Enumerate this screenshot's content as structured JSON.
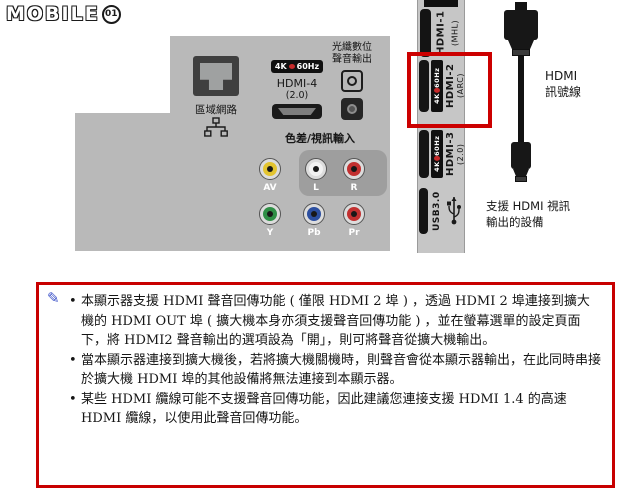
{
  "accent": {
    "highlight_red": "#cc0000",
    "pencil_blue": "#3a50c8"
  },
  "logo": {
    "text": "MOBILE",
    "badge": "01"
  },
  "panel": {
    "lan_label": "區域網路",
    "hdmi4": {
      "badge_left": "4K",
      "badge_right": "60Hz",
      "name": "HDMI-4",
      "version": "(2.0)"
    },
    "optical": {
      "line1": "光纖數位",
      "line2": "聲音輸出"
    },
    "component_title": "色差/視訊輸入",
    "jacks": [
      {
        "label": "AV",
        "color": "#e3c430"
      },
      {
        "label": "L",
        "color": "#f2f2f2"
      },
      {
        "label": "R",
        "color": "#c23030"
      },
      {
        "label": "Y",
        "color": "#2f8f46"
      },
      {
        "label": "Pb",
        "color": "#2c4fa0"
      },
      {
        "label": "Pr",
        "color": "#c23030"
      }
    ]
  },
  "side_panel": {
    "ports": [
      {
        "name": "HDMI-1",
        "sub": "(MHL)"
      },
      {
        "name": "HDMI-2",
        "sub": "(ARC)",
        "badge_left": "4K",
        "badge_right": "60Hz"
      },
      {
        "name": "HDMI-3",
        "sub": "(2.0)",
        "badge_left": "4K",
        "badge_right": "60Hz"
      },
      {
        "name": "USB3.0"
      }
    ]
  },
  "cable": {
    "label_line1": "HDMI",
    "label_line2": "訊號線"
  },
  "device": {
    "line1": "支援 HDMI 視訊",
    "line2": "輸出的設備"
  },
  "note_box": {
    "bullets": [
      "本顯示器支援 HDMI 聲音回傳功能 ( 僅限 HDMI 2 埠 ) ，透過 HDMI 2 埠連接到擴大機的 HDMI OUT 埠 ( 擴大機本身亦須支援聲音回傳功能 ) ，並在螢幕選單的設定頁面下，將 HDMI2 聲音輸出的選項設為「開」，則可將聲音從擴大機輸出。",
      "當本顯示器連接到擴大機後，若將擴大機關機時，則聲音會從本顯示器輸出，在此同時串接於擴大機 HDMI 埠的其他設備將無法連接到本顯示器。",
      "某些 HDMI 纜線可能不支援聲音回傳功能，因此建議您連接支援 HDMI 1.4 的高速 HDMI 纜線，以使用此聲音回傳功能。"
    ]
  }
}
